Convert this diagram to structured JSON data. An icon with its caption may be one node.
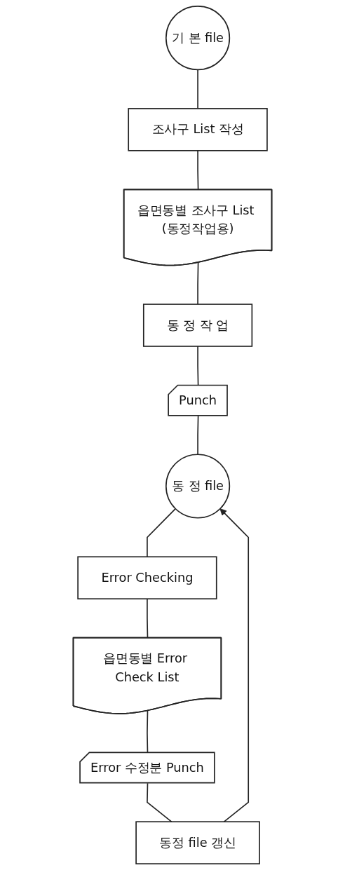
{
  "diagram": {
    "nodes": [
      {
        "text": [
          "기 본 file"
        ]
      },
      {
        "text": [
          "조사구 List 작성"
        ]
      },
      {
        "text": [
          "읍면동별 조사구 List (동정작업용)"
        ]
      },
      {
        "text": [
          "동 정 작 업"
        ]
      },
      {
        "text": [
          "Punch"
        ]
      },
      {
        "text": [
          "동 정 file"
        ]
      },
      {
        "text": [
          "Error Checking"
        ]
      },
      {
        "text": [
          "읍면동별 Error Check List"
        ]
      },
      {
        "text": [
          "Error 수정분 Punch"
        ]
      },
      {
        "text": [
          "동정 file 갱신"
        ]
      }
    ],
    "edges": [
      {
        "from": 0,
        "to": 1,
        "arrow": "none"
      },
      {
        "from": 1,
        "to": 2,
        "arrow": "none"
      },
      {
        "from": 2,
        "to": 3,
        "arrow": "none"
      },
      {
        "from": 3,
        "to": 4,
        "arrow": "none"
      },
      {
        "from": 4,
        "to": 5,
        "arrow": "none"
      },
      {
        "from": 5,
        "to": 6,
        "arrow": "none"
      },
      {
        "from": 6,
        "to": 7,
        "arrow": "none"
      },
      {
        "from": 7,
        "to": 8,
        "arrow": "none"
      },
      {
        "from": 8,
        "to": 9,
        "arrow": "none"
      },
      {
        "from": 9,
        "to": 5,
        "arrow": "to"
      }
    ]
  }
}
